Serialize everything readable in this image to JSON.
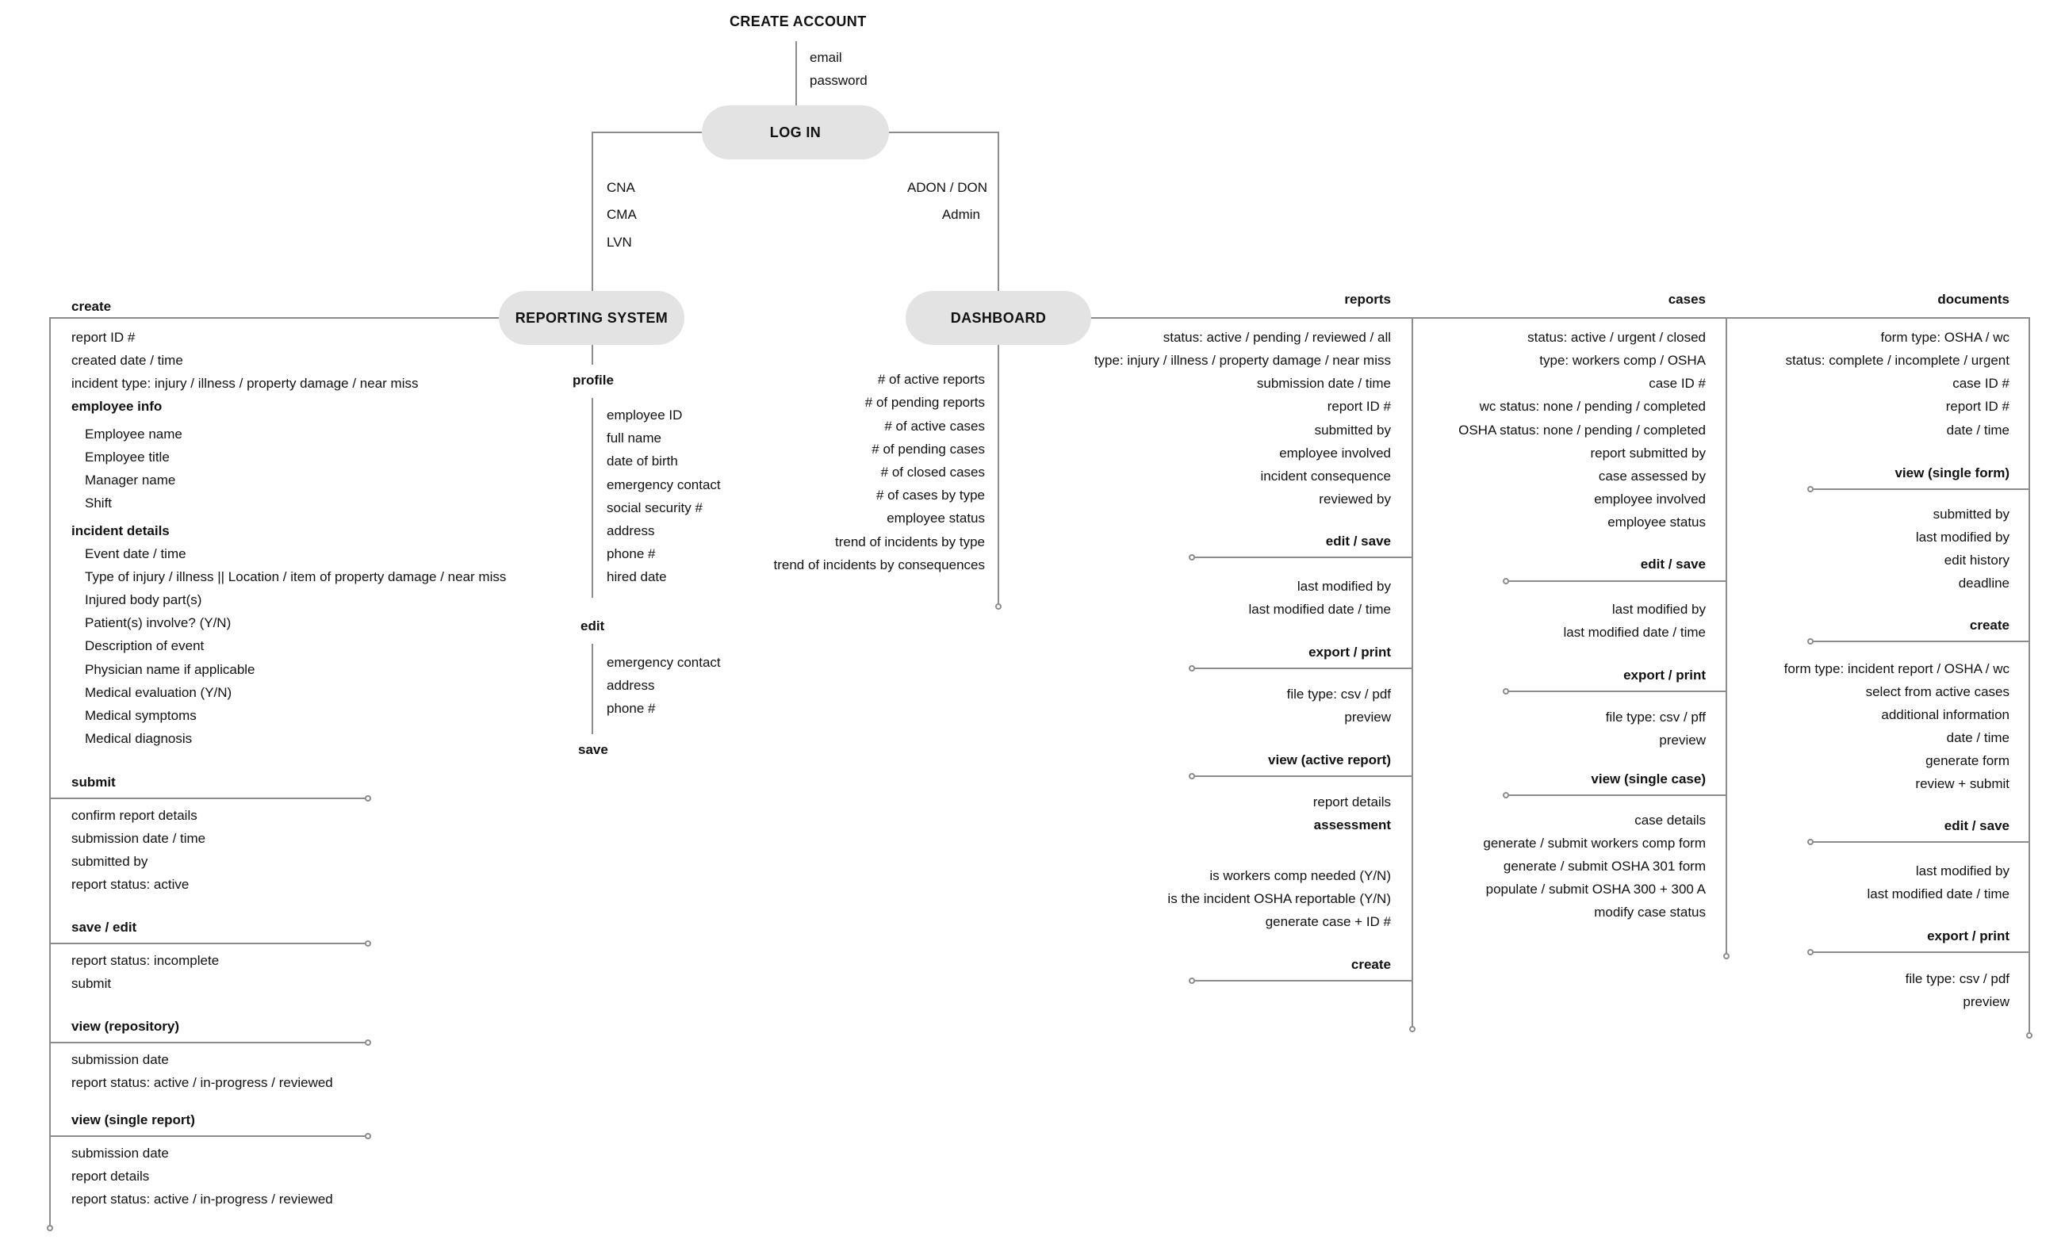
{
  "nodes": {
    "create_account": "CREATE ACCOUNT",
    "log_in": "LOG IN",
    "reporting_system": "REPORTING SYSTEM",
    "dashboard": "DASHBOARD"
  },
  "account_fields": [
    "email",
    "password"
  ],
  "roles": {
    "reporting": [
      "CNA",
      "CMA",
      "LVN"
    ],
    "dashboard": [
      "ADON / DON",
      "Admin"
    ]
  },
  "reporting": {
    "create": {
      "title": "create",
      "fields": [
        "report ID #",
        "created date / time",
        "incident type: injury / illness / property damage / near miss"
      ],
      "employee_info": {
        "title": "employee info",
        "items": [
          "Employee name",
          "Employee title",
          "Manager name",
          "Shift"
        ]
      },
      "incident_details": {
        "title": "incident details",
        "items": [
          "Event date / time",
          "Type of injury / illness || Location / item of property damage / near miss",
          "Injured body part(s)",
          "Patient(s) involve? (Y/N)",
          "Description of event",
          "Physician name if applicable",
          "Medical evaluation (Y/N)",
          "Medical symptoms",
          "Medical diagnosis"
        ]
      }
    },
    "submit": {
      "title": "submit",
      "items": [
        "confirm report details",
        "submission date / time",
        "submitted by",
        "report status: active"
      ]
    },
    "save_edit": {
      "title": "save / edit",
      "items": [
        "report status: incomplete",
        "submit"
      ]
    },
    "view_repository": {
      "title": "view (repository)",
      "items": [
        "submission date",
        "report status: active / in-progress / reviewed"
      ]
    },
    "view_single_report": {
      "title": "view (single report)",
      "items": [
        "submission date",
        "report details",
        "report status: active / in-progress / reviewed"
      ]
    },
    "profile": {
      "title": "profile",
      "items": [
        "employee ID",
        "full name",
        "date of birth",
        "emergency contact",
        "social security #",
        "address",
        "phone #",
        "hired date"
      ]
    },
    "edit": {
      "title": "edit",
      "items": [
        "emergency contact",
        "address",
        "phone #"
      ]
    },
    "save": "save"
  },
  "dashboard": {
    "metrics": [
      "# of active reports",
      "# of pending reports",
      "# of active cases",
      "# of pending cases",
      "# of closed cases",
      "# of cases by type",
      "employee status",
      "trend of incidents by type",
      "trend of incidents by consequences"
    ],
    "reports": {
      "title": "reports",
      "fields": [
        "status: active / pending / reviewed / all",
        "type: injury / illness / property damage / near miss",
        "submission date / time",
        "report ID #",
        "submitted by",
        "employee involved",
        "incident consequence",
        "reviewed by"
      ],
      "edit_save": {
        "title": "edit / save",
        "items": [
          "last modified by",
          "last modified date / time"
        ]
      },
      "export_print": {
        "title": "export / print",
        "items": [
          "file type: csv / pdf",
          "preview"
        ]
      },
      "view_active": {
        "title": "view (active report)",
        "items": [
          "report details"
        ]
      },
      "assessment": {
        "title": "assessment",
        "items": [
          "is workers comp needed (Y/N)",
          "is the incident OSHA reportable (Y/N)",
          "generate case + ID #"
        ]
      },
      "create": "create"
    },
    "cases": {
      "title": "cases",
      "fields": [
        "status: active / urgent / closed",
        "type: workers comp / OSHA",
        "case ID #",
        "wc status: none / pending / completed",
        "OSHA status: none / pending / completed",
        "report submitted by",
        "case assessed by",
        "employee involved",
        "employee status"
      ],
      "edit_save": {
        "title": "edit / save",
        "items": [
          "last modified by",
          "last modified date / time"
        ]
      },
      "export_print": {
        "title": "export / print",
        "items": [
          "file type: csv / pff",
          "preview"
        ]
      },
      "view_single": {
        "title": "view (single case)",
        "items": [
          "case details",
          "generate / submit workers comp form",
          "generate / submit OSHA 301 form",
          "populate / submit OSHA 300 + 300 A",
          "modify case status"
        ]
      }
    },
    "documents": {
      "title": "documents",
      "fields": [
        "form type: OSHA / wc",
        "status: complete / incomplete / urgent",
        "case ID #",
        "report ID #",
        "date / time"
      ],
      "view_single": {
        "title": "view (single form)",
        "items": [
          "submitted by",
          "last modified by",
          "edit history",
          "deadline"
        ]
      },
      "create": {
        "title": "create",
        "items": [
          "form type: incident report / OSHA / wc",
          "select from active cases",
          "additional information",
          "date / time",
          "generate form",
          "review + submit"
        ]
      },
      "edit_save": {
        "title": "edit / save",
        "items": [
          "last modified by",
          "last modified date / time"
        ]
      },
      "export_print": {
        "title": "export / print",
        "items": [
          "file type: csv / pdf",
          "preview"
        ]
      }
    }
  }
}
